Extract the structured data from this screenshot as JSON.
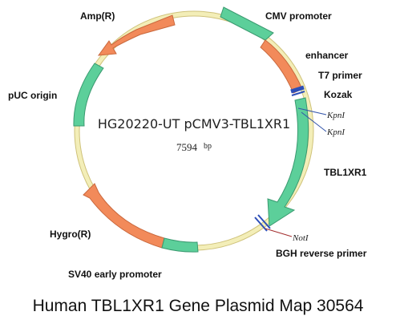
{
  "plasmid": {
    "name": "HG20220-UT pCMV3-TBL1XR1",
    "size_number": "7594",
    "size_unit": "bp"
  },
  "features": {
    "amp": "Amp(R)",
    "cmv": "CMV promoter",
    "enhancer": "enhancer",
    "t7": "T7 primer",
    "kozak": "Kozak",
    "tbl1xr1": "TBL1XR1",
    "bgh": "BGH reverse primer",
    "sv40": "SV40 early promoter",
    "hygro": "Hygro(R)",
    "puc": "pUC origin"
  },
  "sites": {
    "kpn1_a": "KpnI",
    "kpn1_b": "KpnI",
    "not1": "NotI"
  },
  "colors": {
    "backbone": "#f3eeb8",
    "backbone_edge": "#cfc27a",
    "promoter_green": "#5ccf9a",
    "resistance_orange": "#f28a5a",
    "primer_blue": "#2d4fb8"
  },
  "caption": "Human TBL1XR1 Gene Plasmid Map 30564"
}
